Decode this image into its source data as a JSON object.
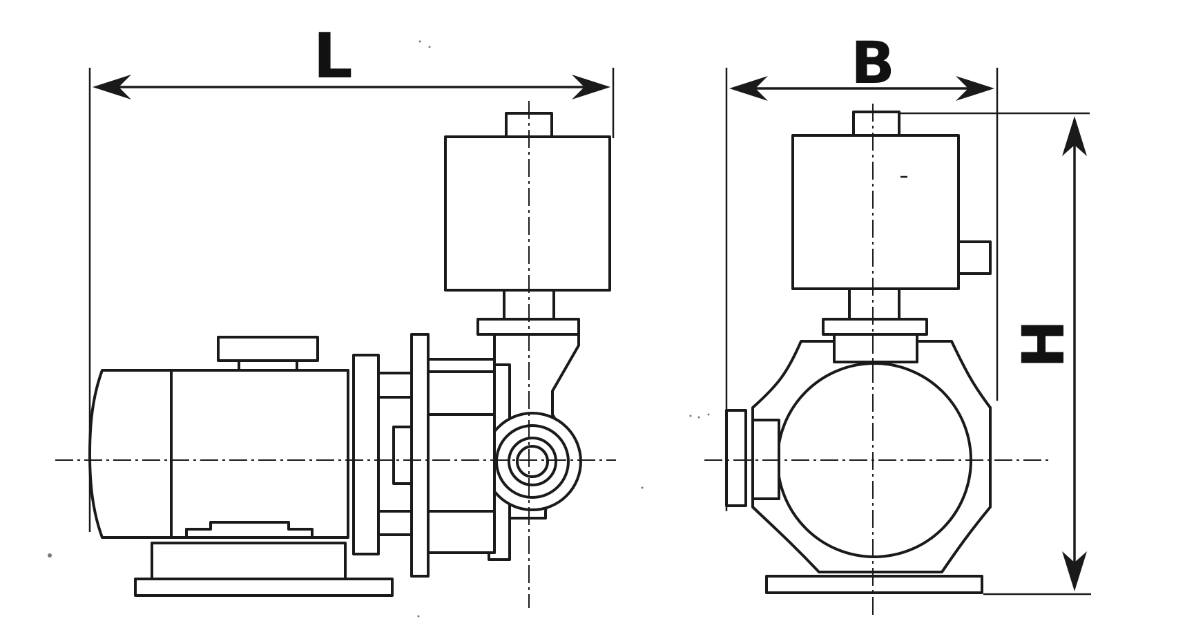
{
  "figure": {
    "ink_color": "#1a1a1a",
    "background_color": "#ffffff"
  },
  "side_view": {
    "dimension_label": "L"
  },
  "front_view": {
    "width_label": "B",
    "height_label": "H"
  }
}
